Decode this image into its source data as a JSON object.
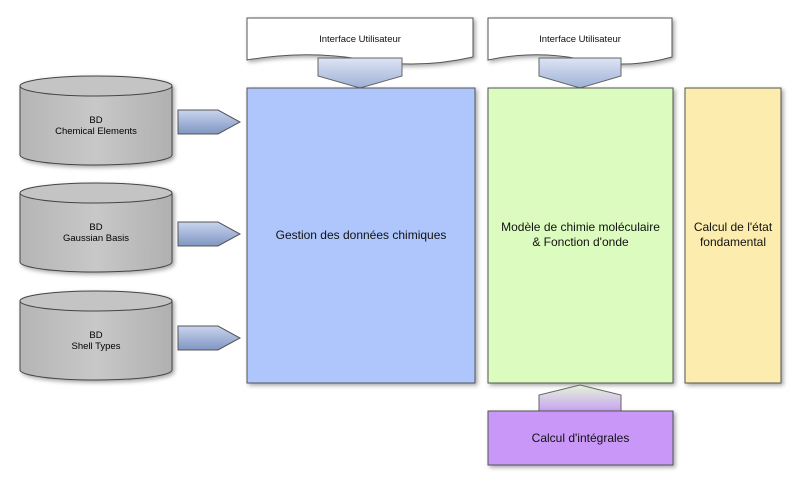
{
  "databases": [
    {
      "line1": "BD",
      "line2": "Chemical Elements"
    },
    {
      "line1": "BD",
      "line2": "Gaussian Basis"
    },
    {
      "line1": "BD",
      "line2": "Shell Types"
    }
  ],
  "interfaces": [
    {
      "label": "Interface Utilisateur"
    },
    {
      "label": "Interface Utilisateur"
    }
  ],
  "modules": {
    "gestion": "Gestion des données chimiques",
    "modele": "Modèle de chimie moléculaire\n& Fonction d'onde",
    "calcul_etat": "Calcul de l'état\nfondamental",
    "integrales": "Calcul d'intégrales"
  },
  "colors": {
    "gestion": "#aec6fb",
    "modele": "#dcfcbf",
    "calcul_etat": "#fcecae",
    "integrales": "#c897f7",
    "database": "#bdbdbd",
    "arrow": "#8fa2c8"
  }
}
